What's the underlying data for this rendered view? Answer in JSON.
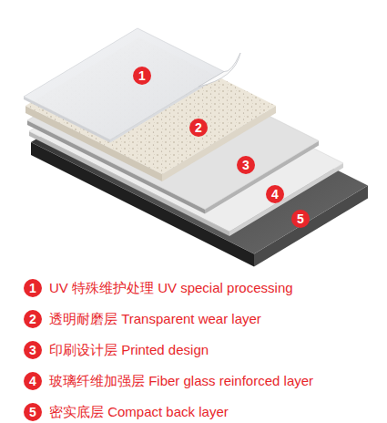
{
  "diagram": {
    "labels": [
      "1",
      "2",
      "3",
      "4",
      "5",
      "1",
      "UV 特殊维护处理 UV special processing",
      "2",
      "透明耐磨层 Transparent wear layer",
      "3",
      "印刷设计层 Printed design",
      "4",
      "玻璃纤维加强层 Fiber glass reinforced layer",
      "5",
      "密实底层 Compact back layer"
    ]
  }
}
